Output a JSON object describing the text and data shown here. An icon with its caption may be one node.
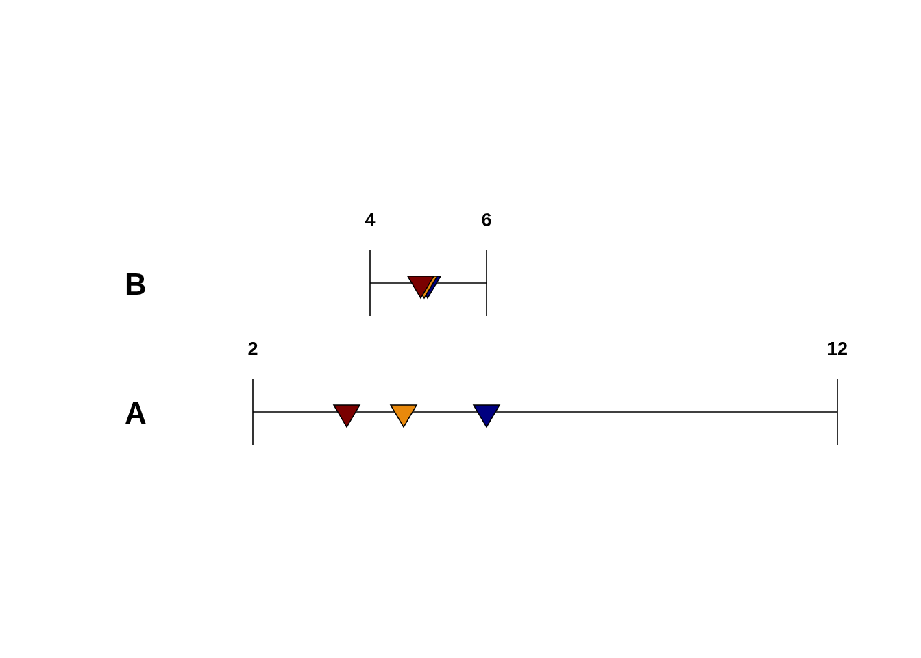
{
  "diagram": {
    "labels": [
      "4",
      "6",
      "B",
      "2",
      "12",
      "A"
    ]
  }
}
